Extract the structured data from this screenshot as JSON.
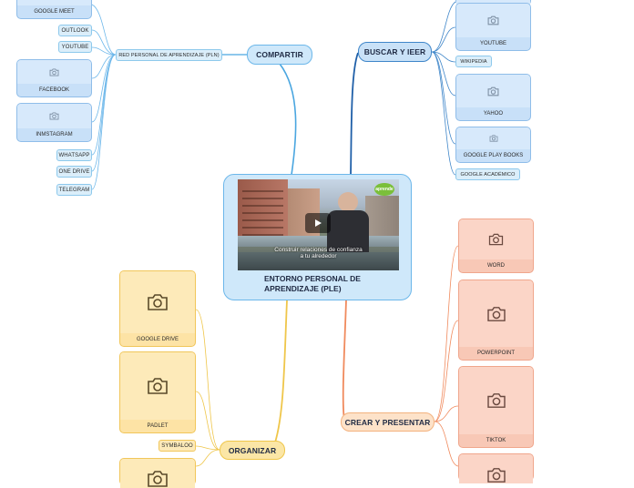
{
  "central": {
    "title_line1": "ENTORNO PERSONAL DE",
    "title_line2": "APRENDIZAJE (PLE)",
    "video_caption_line1": "Construir relaciones de confianza",
    "video_caption_line2": "a tu alrededor",
    "video_badge": "aprende"
  },
  "branches": {
    "compartir": {
      "label": "COMPARTIR",
      "sub": "RED PERSONAL DE APRENDIZAJE (PLN)",
      "items": [
        "GOOGLE MEET",
        "OUTLOOK",
        "YOUTUBE",
        "FACEBOOK",
        "INMSTAGRAM",
        "WHATSAPP",
        "ONE DRIVE",
        "TELEGRAM"
      ]
    },
    "buscar": {
      "label": "BUSCAR Y lEER",
      "items": [
        "YOUTUBE",
        "WIKIPEDIA",
        "YAHOO",
        "GOOGLE PLAY BOOKS",
        "GOOGLE ACADÉMICO"
      ]
    },
    "crear": {
      "label": "CREAR Y PRESENTAR",
      "items": [
        "WORD",
        "POWERPOINT",
        "TIKTOK"
      ]
    },
    "organizar": {
      "label": "ORGANIZAR",
      "items": [
        "GOOGLE DRIVE",
        "PADLET",
        "SYMBALOO"
      ]
    }
  },
  "colors": {
    "blue": "#6cb7ea",
    "dark_blue": "#1f5fa8",
    "orange": "#f08a5d",
    "yellow": "#efc64a"
  }
}
